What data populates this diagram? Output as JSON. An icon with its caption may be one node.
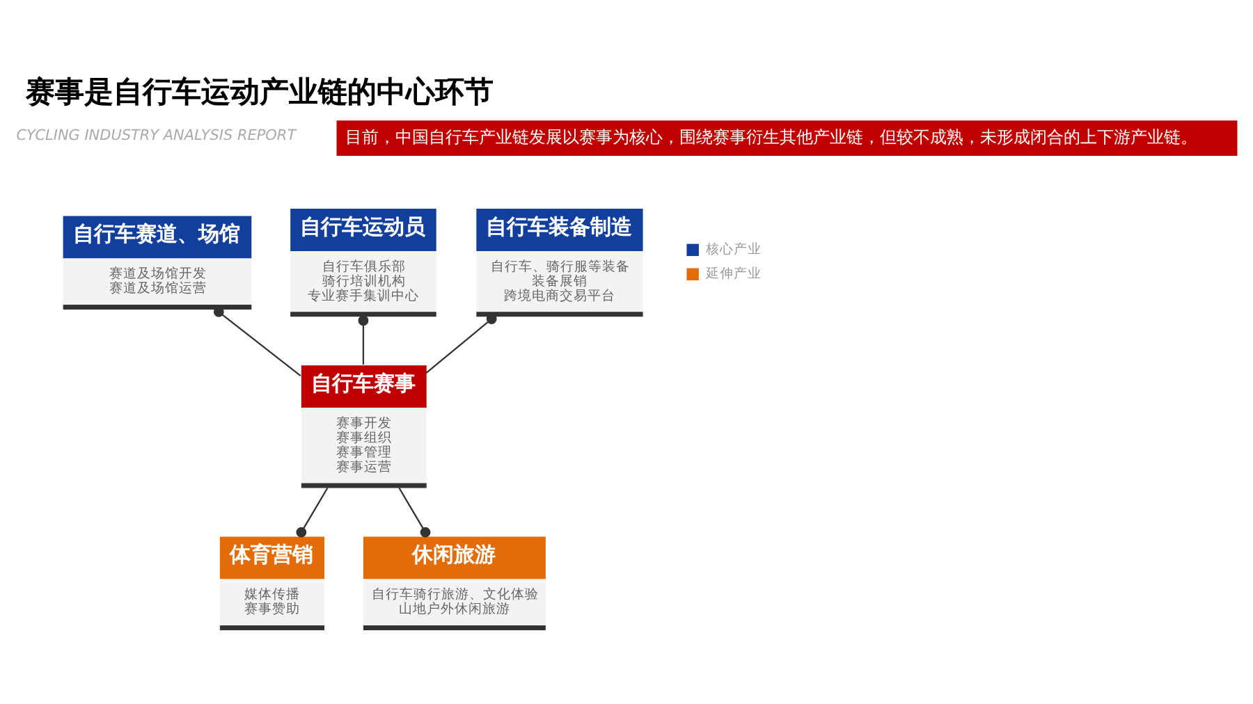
{
  "diagram": {
    "title": "赛事是自行车运动产业链的中心环节",
    "nodes": [
      {
        "text": [
          "目前，中国自行车产业链发展以赛事为核心，围绕赛事衍生其他产业链，但较不成熟，未形成闭合的上下游产业链。"
        ]
      },
      {
        "text": [
          "自行车赛道、场馆",
          "赛道及场馆开发",
          "赛道及场馆运营"
        ]
      },
      {
        "text": [
          "自行车运动员",
          "自行车俱乐部",
          "骑行培训机构",
          "专业赛手集训中心"
        ]
      },
      {
        "text": [
          "自行车装备制造",
          "自行车、骑行服等装备",
          "装备展销",
          "跨境电商交易平台"
        ]
      },
      {
        "text": [
          "自行车赛事",
          "赛事开发",
          "赛事组织",
          "赛事管理",
          "赛事运营"
        ]
      },
      {
        "text": [
          "体育营销",
          "媒体传播",
          "赛事赞助"
        ]
      },
      {
        "text": [
          "休闲旅游",
          "自行车骑行旅游、文化体验",
          "山地户外休闲旅游"
        ]
      }
    ],
    "edges": [
      {
        "from": 1,
        "to": 4,
        "arrow": "other"
      },
      {
        "from": 2,
        "to": 4,
        "arrow": "other"
      },
      {
        "from": 3,
        "to": 4,
        "arrow": "other"
      },
      {
        "from": 4,
        "to": 5,
        "arrow": "other"
      },
      {
        "from": 4,
        "to": 6,
        "arrow": "other"
      }
    ],
    "labels": [
      "CYCLING INDUSTRY ANALYSIS REPORT"
    ],
    "legend": [
      {
        "text": "核心产业",
        "color": "#123f9c"
      },
      {
        "text": "延伸产业",
        "color": "#e36c0a"
      }
    ]
  }
}
